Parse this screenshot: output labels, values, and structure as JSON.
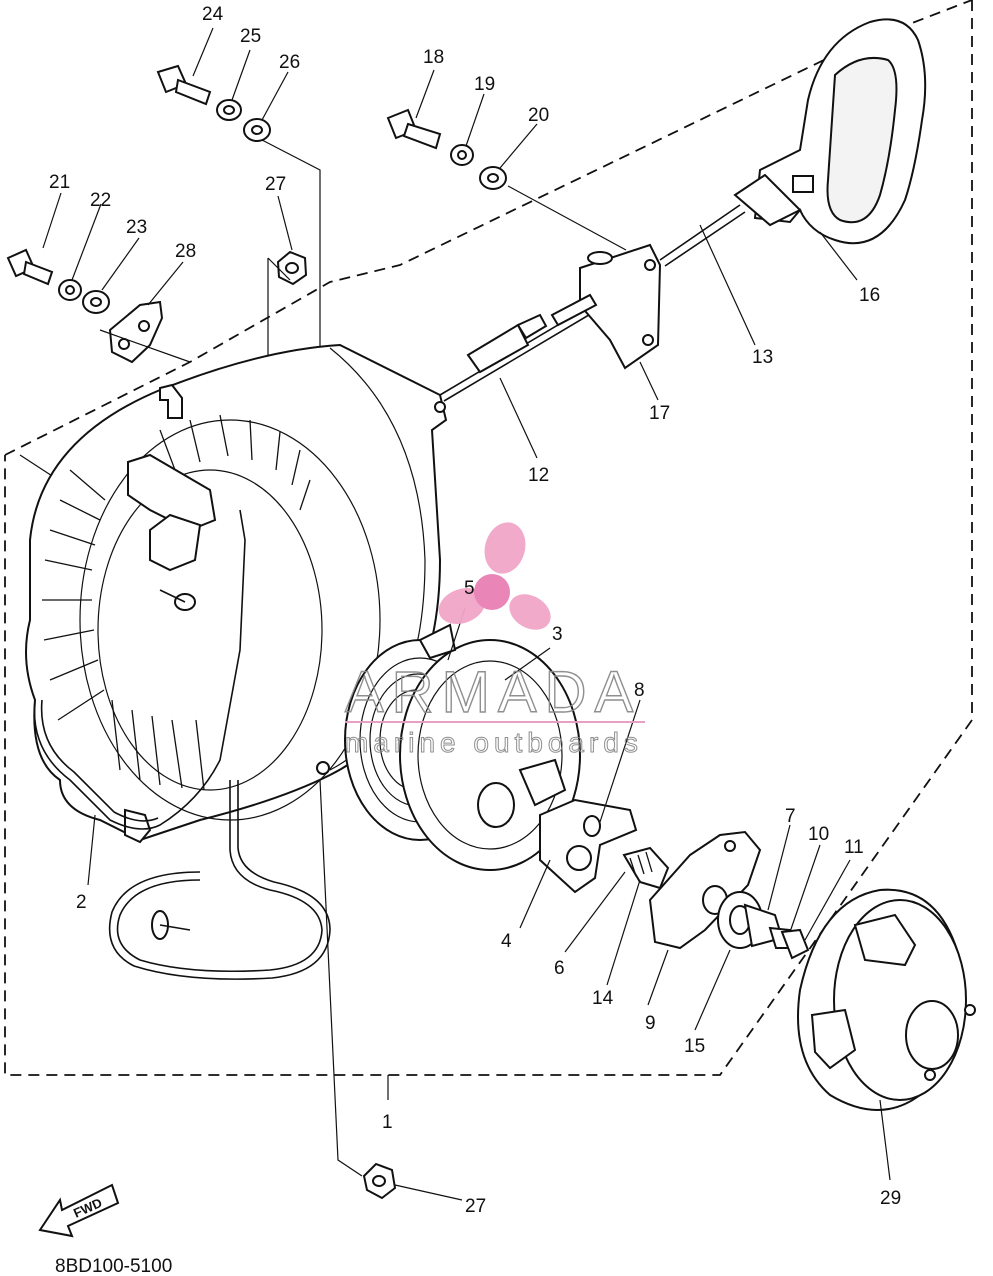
{
  "diagram": {
    "drawing_code": "8BD100-5100",
    "direction_marker": "FWD",
    "callouts": [
      {
        "id": "c1",
        "text": "1"
      },
      {
        "id": "c2",
        "text": "2"
      },
      {
        "id": "c3",
        "text": "3"
      },
      {
        "id": "c4",
        "text": "4"
      },
      {
        "id": "c5",
        "text": "5"
      },
      {
        "id": "c6",
        "text": "6"
      },
      {
        "id": "c7",
        "text": "7"
      },
      {
        "id": "c8",
        "text": "8"
      },
      {
        "id": "c9",
        "text": "9"
      },
      {
        "id": "c10",
        "text": "10"
      },
      {
        "id": "c11",
        "text": "11"
      },
      {
        "id": "c12",
        "text": "12"
      },
      {
        "id": "c13",
        "text": "13"
      },
      {
        "id": "c14",
        "text": "14"
      },
      {
        "id": "c15",
        "text": "15"
      },
      {
        "id": "c16",
        "text": "16"
      },
      {
        "id": "c17",
        "text": "17"
      },
      {
        "id": "c18",
        "text": "18"
      },
      {
        "id": "c19",
        "text": "19"
      },
      {
        "id": "c20",
        "text": "20"
      },
      {
        "id": "c21",
        "text": "21"
      },
      {
        "id": "c22",
        "text": "22"
      },
      {
        "id": "c23",
        "text": "23"
      },
      {
        "id": "c24",
        "text": "24"
      },
      {
        "id": "c25",
        "text": "25"
      },
      {
        "id": "c26",
        "text": "26"
      },
      {
        "id": "c27a",
        "text": "27"
      },
      {
        "id": "c27b",
        "text": "27"
      },
      {
        "id": "c28",
        "text": "28"
      },
      {
        "id": "c29",
        "text": "29"
      }
    ]
  },
  "watermark": {
    "brand": "ARMADA",
    "tagline": "marine outboards",
    "colors": {
      "propeller": "#f2a6c8",
      "hub": "#e97fb4",
      "rule": "#e79ac2",
      "text_outline": "#8a8a8a"
    }
  }
}
